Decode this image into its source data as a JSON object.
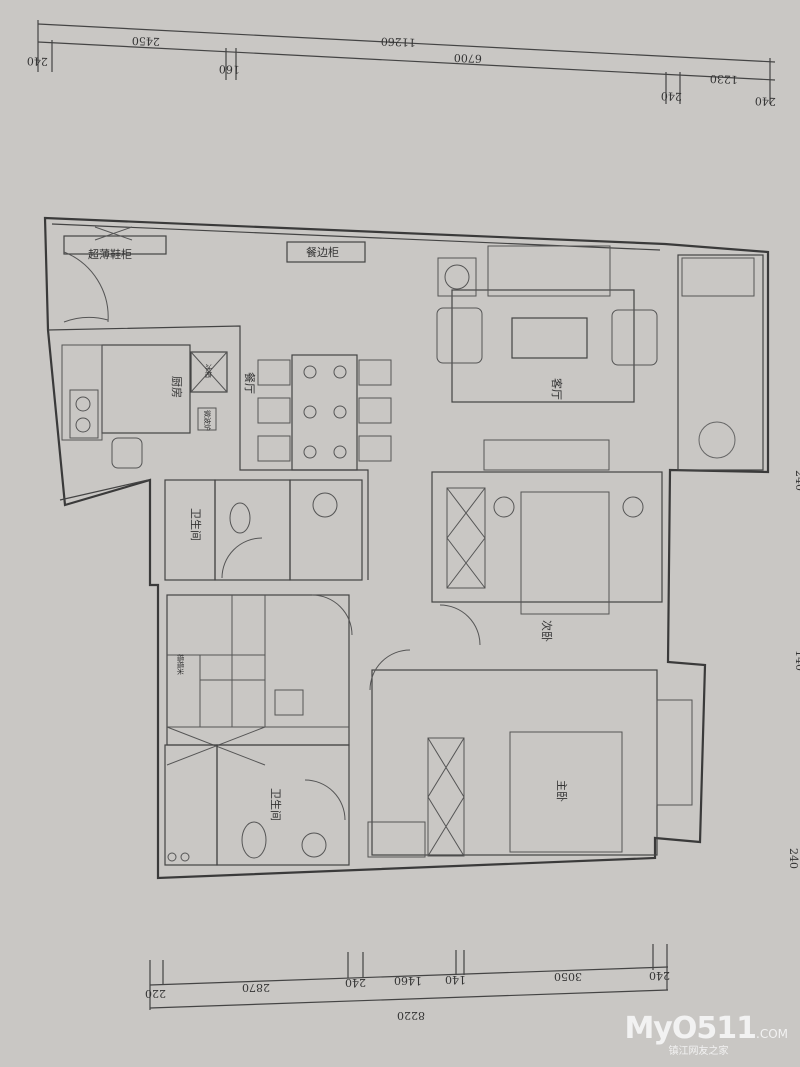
{
  "dimensions": {
    "top": {
      "total": "11260",
      "segments": [
        "240",
        "2450",
        "160",
        "6700",
        "240",
        "1230",
        "240"
      ]
    },
    "bottom": {
      "total": "8220",
      "segments": [
        "220",
        "2870",
        "240",
        "1460",
        "140",
        "3050",
        "240"
      ]
    },
    "right": [
      "240",
      "140",
      "240"
    ]
  },
  "rooms": {
    "shoe_cabinet": "超薄鞋柜",
    "sideboard": "餐边柜",
    "kitchen": "厨房",
    "fridge": "冰箱",
    "microwave": "微波炉",
    "dining": "餐厅",
    "living": "客厅",
    "bathroom_1": "卫生间",
    "second_bedroom": "次卧",
    "tatami": "榻榻米",
    "master_bedroom": "主卧",
    "bathroom_2": "卫生间"
  },
  "watermark": {
    "logo": "MyO511",
    "domain": ".COM",
    "subtitle": "镇江网友之家"
  }
}
